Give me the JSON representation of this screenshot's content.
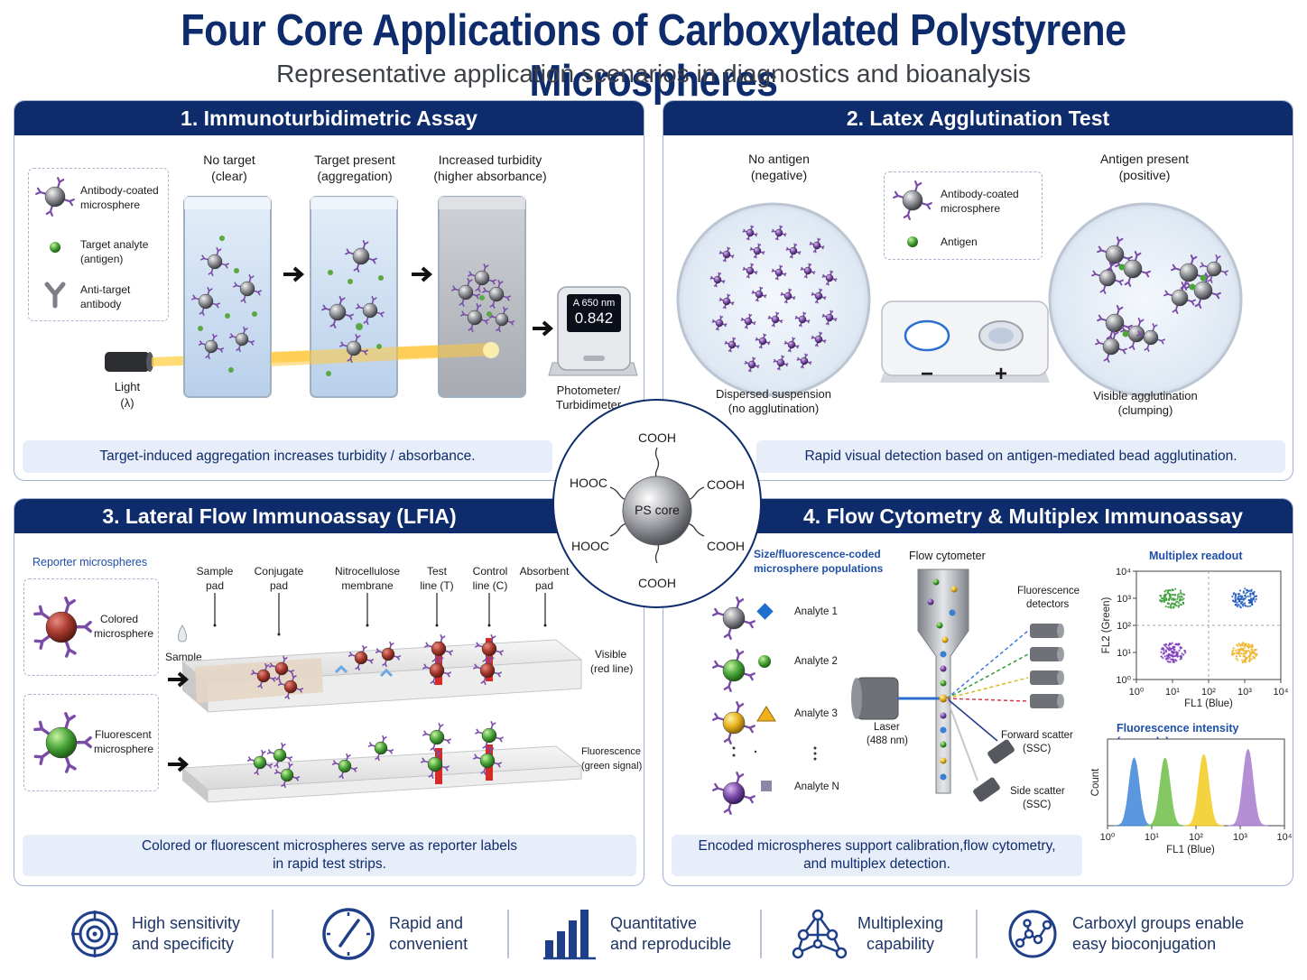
{
  "title": "Four Core Applications of Carboxylated Polystyrene Microspheres",
  "subtitle": "Representative application scenarios in diagnostics and bioanalysis",
  "colors": {
    "navy": "#0e2b6b",
    "caption_bg": "#e7eefa",
    "purple": "#7a4ca8",
    "green": "#4aa63a",
    "red": "#c72626"
  },
  "panel1": {
    "header": "1. Immunoturbidimetric Assay",
    "legend": [
      "Antibody-coated microsphere",
      "Target analyte (antigen)",
      "Anti-target antibody"
    ],
    "beaker_labels": [
      [
        "No target",
        "(clear)"
      ],
      [
        "Target present",
        "(aggregation)"
      ],
      [
        "Increased turbidity",
        "(higher absorbance)"
      ]
    ],
    "light_label": [
      "Light",
      "(λ)"
    ],
    "meter_unit": "A 650 nm",
    "meter_value": "0.842",
    "meter_label": [
      "Photometer/",
      "Turbidimeter"
    ],
    "caption": "Target-induced aggregation increases turbidity / absorbance."
  },
  "panel2": {
    "header": "2. Latex Agglutination Test",
    "negative_label": [
      "No antigen",
      "(negative)"
    ],
    "positive_label": [
      "Antigen present",
      "(positive)"
    ],
    "legend": [
      "Antibody-coated microsphere",
      "Antigen"
    ],
    "negative_caption": [
      "Dispersed suspension",
      "(no agglutination)"
    ],
    "positive_caption": [
      "Visible agglutination",
      "(clumping)"
    ],
    "slide_minus": "−",
    "slide_plus": "+",
    "caption": "Rapid visual detection based on antigen-mediated bead agglutination."
  },
  "center": {
    "core": "PS core",
    "groups": [
      "COOH",
      "COOH",
      "COOH",
      "COOH",
      "HOOC",
      "HOOC"
    ]
  },
  "panel3": {
    "header": "3. Lateral Flow Immunoassay (LFIA)",
    "reporter_title": "Reporter microspheres",
    "colored": [
      "Colored",
      "microsphere"
    ],
    "fluorescent": [
      "Fluorescent",
      "microsphere"
    ],
    "strip_labels": [
      [
        "Sample",
        "pad"
      ],
      [
        "Conjugate",
        "pad"
      ],
      [
        "Nitrocellulose",
        "membrane"
      ],
      [
        "Test",
        "line (T)"
      ],
      [
        "Control",
        "line (C)"
      ],
      [
        "Absorbent",
        "pad"
      ]
    ],
    "sample": "Sample",
    "visible": [
      "Visible",
      "(red line)"
    ],
    "fluorescence": [
      "Fluorescence",
      "(green signal)"
    ],
    "caption": [
      "Colored or fluorescent microspheres serve as reporter labels",
      "in rapid test strips."
    ]
  },
  "panel4": {
    "header": "4. Flow Cytometry & Multiplex Immunoassay",
    "populations_title": [
      "Size/fluorescence-coded",
      "microsphere populations"
    ],
    "analytes": [
      "Analyte 1",
      "Analyte 2",
      "Analyte 3",
      "Analyte N"
    ],
    "cytometer_title": "Flow cytometer",
    "detectors": [
      "Fluorescence",
      "detectors"
    ],
    "laser": [
      "Laser",
      "(488 nm)"
    ],
    "forward": [
      "Forward scatter",
      "(SSC)"
    ],
    "side": [
      "Side scatter",
      "(SSC)"
    ],
    "readout_title": "Multiplex readout",
    "hist_title": "Fluorescence intensity (example)",
    "caption": [
      "Encoded microspheres support calibration,flow cytometry,",
      "and multiplex detection."
    ]
  },
  "chart_data": [
    {
      "type": "scatter",
      "title": "Multiplex readout",
      "xlabel": "FL1 (Blue)",
      "ylabel": "FL2 (Green)",
      "x_scale": "log",
      "y_scale": "log",
      "xlim": [
        1,
        10000
      ],
      "ylim": [
        1,
        10000
      ],
      "x_ticks": [
        "10⁰",
        "10¹",
        "10²",
        "10³",
        "10⁴"
      ],
      "y_ticks": [
        "10⁰",
        "10¹",
        "10²",
        "10³",
        "10⁴"
      ],
      "clusters": [
        {
          "center": [
            10,
            1000
          ],
          "color": "#3b9c36"
        },
        {
          "center": [
            1000,
            1000
          ],
          "color": "#1f5bbf"
        },
        {
          "center": [
            10,
            10
          ],
          "color": "#7b3ab8"
        },
        {
          "center": [
            1000,
            10
          ],
          "color": "#f0b020"
        }
      ]
    },
    {
      "type": "area",
      "title": "Fluorescence intensity (example)",
      "xlabel": "FL1 (Blue)",
      "ylabel": "Count",
      "x_scale": "log",
      "xlim": [
        1,
        10000
      ],
      "x_ticks": [
        "10⁰",
        "10¹",
        "10²",
        "10³",
        "10⁴"
      ],
      "peaks": [
        {
          "center": 4,
          "height": 0.78,
          "color": "#3f86d9"
        },
        {
          "center": 20,
          "height": 0.78,
          "color": "#6fbf4a"
        },
        {
          "center": 150,
          "height": 0.82,
          "color": "#f2cc1e"
        },
        {
          "center": 1500,
          "height": 0.88,
          "color": "#a77ccf"
        }
      ]
    }
  ],
  "features": [
    [
      "High sensitivity",
      "and specificity"
    ],
    [
      "Rapid and",
      "convenient"
    ],
    [
      "Quantitative",
      "and reproducible"
    ],
    [
      "Multiplexing",
      "capability"
    ],
    [
      "Carboxyl groups enable",
      "easy bioconjugation"
    ]
  ]
}
